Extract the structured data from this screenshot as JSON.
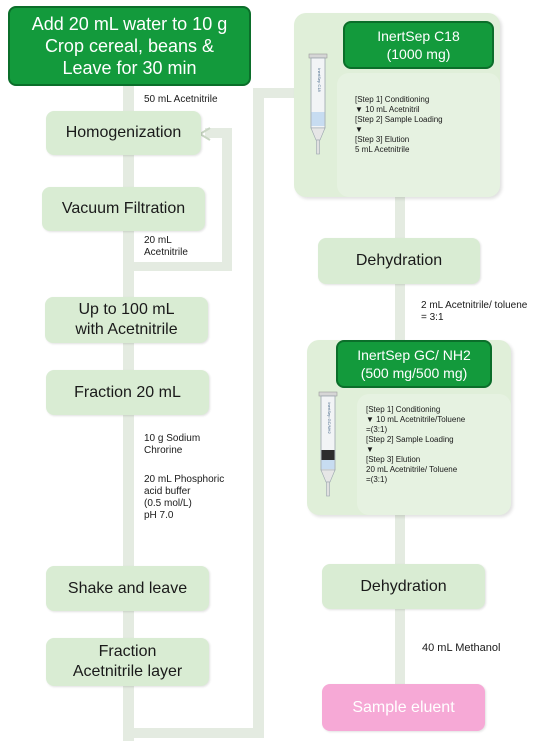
{
  "left": {
    "start": "Add 20 mL water to 10 g\nCrop cereal, beans &\nLeave for 30 min",
    "note_acetonitrile_50": "50 mL Acetnitrile",
    "homogenization": "Homogenization",
    "vacuum_filtration": "Vacuum Filtration",
    "note_acetonitrile_20": "20 mL\nAcetnitrile",
    "up_to_100": "Up to 100 mL\nwith Acetnitrile",
    "fraction_20": "Fraction 20 mL",
    "note_sodium": "10 g Sodium\nChrorine",
    "note_buffer": "20 mL Phosphoric\nacid buffer\n(0.5 mol/L)\npH 7.0",
    "shake_leave": "Shake and leave",
    "fraction_layer": "Fraction\nAcetnitrile layer"
  },
  "right": {
    "c18": {
      "title": "InertSep C18\n(1000 mg)",
      "cartridge_label": "InertSep C18",
      "steps": "[Step 1] Conditioning\n▼                    10 mL Acetnitril\n[Step 2] Sample Loading\n▼\n[Step 3] Elution\n                          5 mL Acetnitrile"
    },
    "dehydration_1": "Dehydration",
    "note_toluene": "2 mL Acetnitrile/ toluene\n= 3:1",
    "gcnh2": {
      "title": "InertSep GC/ NH2\n(500 mg/500 mg)",
      "cartridge_label": "InertSep GC/NH2",
      "steps": "[Step 1] Conditioning\n▼  10 mL Acetnitrile/Toluene\n   =(3:1)\n[Step 2] Sample Loading\n▼\n[Step 3] Elution\n        20 mL Acetnitrile/ Toluene\n                                   =(3:1)"
    },
    "dehydration_2": "Dehydration",
    "note_methanol": "40 mL Methanol",
    "sample_eluent": "Sample eluent"
  },
  "colors": {
    "header_green": "#139a3c",
    "step_box": "#d9ecd3",
    "panel": "#e0efd9",
    "connector": "#e4ebe1",
    "eluent_pink": "#f6a9d6"
  },
  "icons": [
    "arrow-right-icon",
    "spe-cartridge-icon"
  ]
}
